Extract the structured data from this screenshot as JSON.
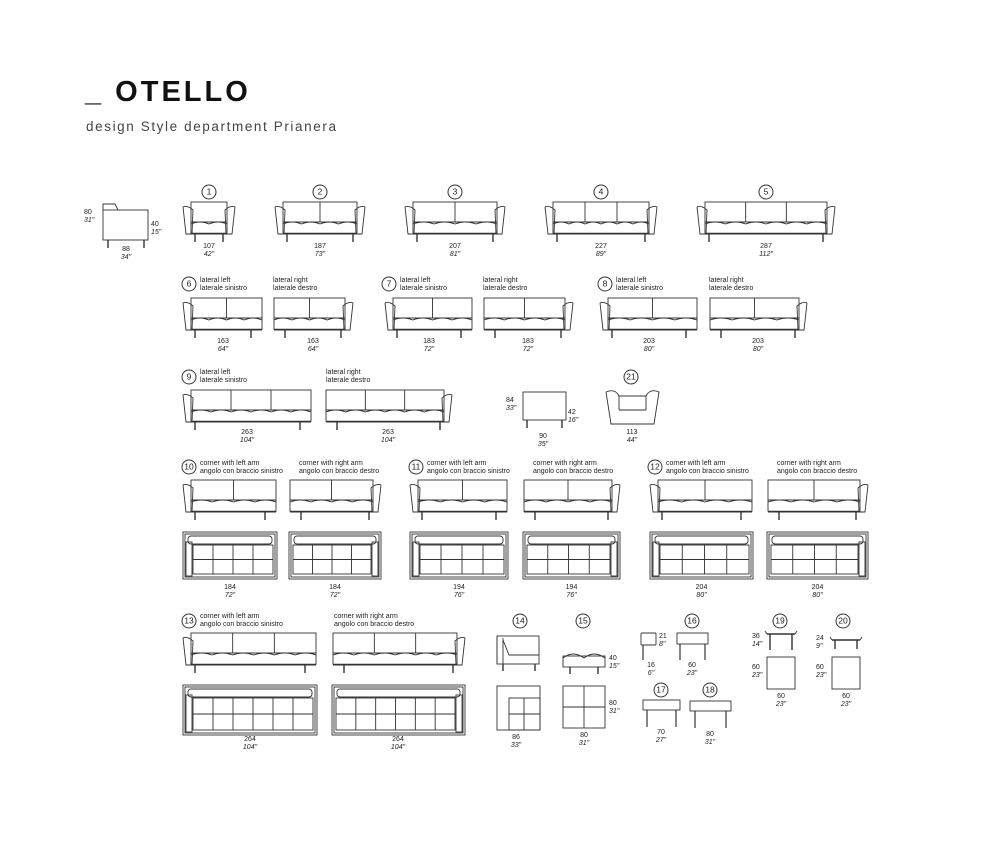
{
  "header": {
    "title": "_ OTELLO",
    "subtitle": "design Style department Prianera"
  },
  "side_view": {
    "height_cm": "80",
    "height_in": "31\"",
    "seat_cm": "40",
    "seat_in": "15\"",
    "depth_cm": "88",
    "depth_in": "34\""
  },
  "labels": {
    "lateral_left_en": "lateral left",
    "lateral_left_it": "laterale sinistro",
    "lateral_right_en": "lateral right",
    "lateral_right_it": "laterale destro",
    "corner_left_en": "corner with left arm",
    "corner_left_it": "angolo con braccio sinistro",
    "corner_right_en": "corner with right arm",
    "corner_right_it": "angolo con braccio destro"
  },
  "sofas": [
    {
      "num": "1",
      "cm": "107",
      "in": "42\""
    },
    {
      "num": "2",
      "cm": "187",
      "in": "73\""
    },
    {
      "num": "3",
      "cm": "207",
      "in": "81\""
    },
    {
      "num": "4",
      "cm": "227",
      "in": "89\""
    },
    {
      "num": "5",
      "cm": "287",
      "in": "112\""
    }
  ],
  "laterals": [
    {
      "num": "6",
      "cm": "163",
      "in": "64\""
    },
    {
      "num": "7",
      "cm": "183",
      "in": "72\""
    },
    {
      "num": "8",
      "cm": "203",
      "in": "80\""
    },
    {
      "num": "9",
      "cm": "263",
      "in": "104\""
    }
  ],
  "ottoman_side": {
    "height_cm": "84",
    "height_in": "33\"",
    "seat_cm": "42",
    "seat_in": "16\"",
    "depth_cm": "90",
    "depth_in": "35\""
  },
  "armchair_21": {
    "num": "21",
    "cm": "113",
    "in": "44\""
  },
  "corners": [
    {
      "num": "10",
      "cm": "184",
      "in": "72\""
    },
    {
      "num": "11",
      "cm": "194",
      "in": "76\""
    },
    {
      "num": "12",
      "cm": "204",
      "in": "80\""
    },
    {
      "num": "13",
      "cm": "264",
      "in": "104\""
    }
  ],
  "item14": {
    "num": "14",
    "cm": "86",
    "in": "33\""
  },
  "item15": {
    "num": "15",
    "h_cm": "40",
    "h_in": "15\"",
    "d_cm": "80",
    "d_in": "31\"",
    "w_cm": "80",
    "w_in": "31\""
  },
  "item16": {
    "num": "16",
    "h_cm": "21",
    "h_in": "8\"",
    "d_cm": "16",
    "d_in": "6\"",
    "w_cm": "60",
    "w_in": "23\""
  },
  "item17": {
    "num": "17",
    "cm": "70",
    "in": "27\""
  },
  "item18": {
    "num": "18",
    "cm": "80",
    "in": "31\""
  },
  "item19": {
    "num": "19",
    "h_cm": "36",
    "h_in": "14\"",
    "d_cm": "60",
    "d_in": "23\"",
    "w_cm": "60",
    "w_in": "23\""
  },
  "item20": {
    "num": "20",
    "h_cm": "24",
    "h_in": "9\"",
    "d_cm": "60",
    "d_in": "23\"",
    "w_cm": "60",
    "w_in": "23\""
  }
}
